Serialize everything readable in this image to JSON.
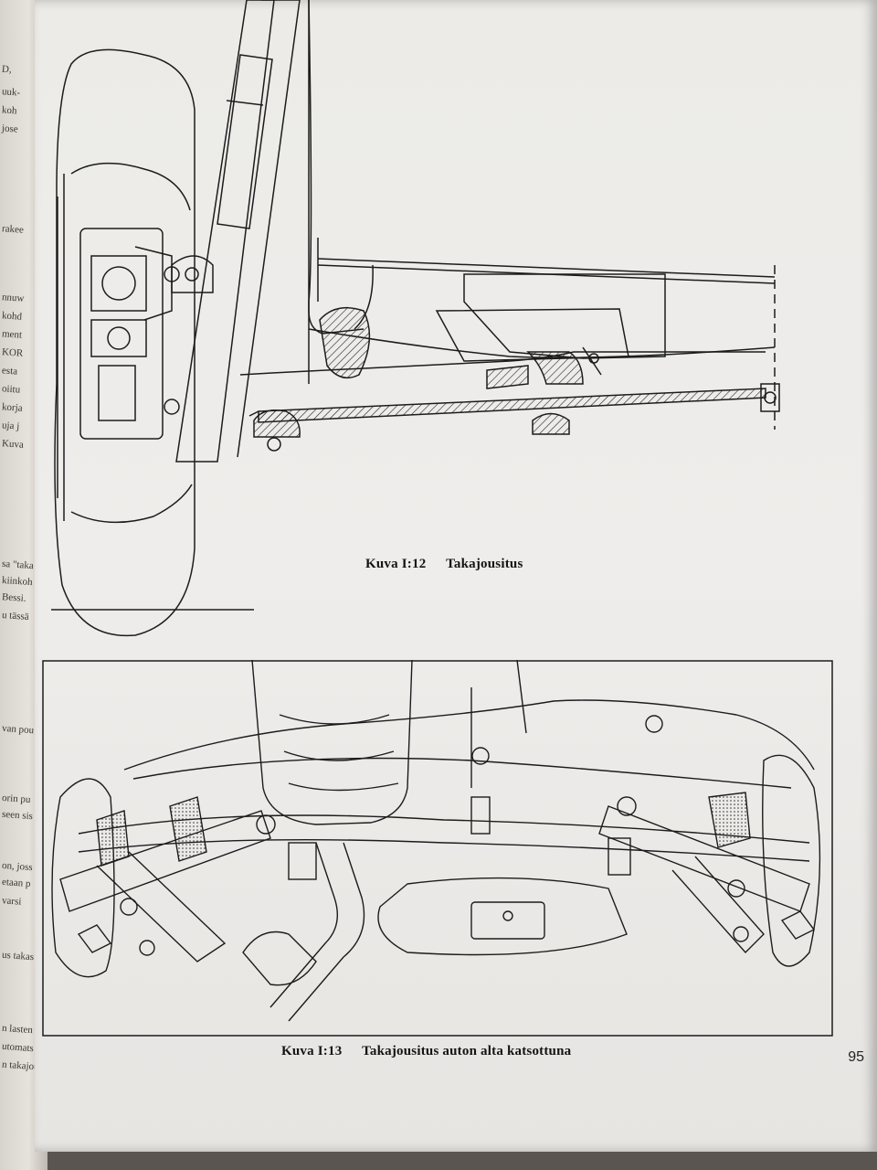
{
  "figures": [
    {
      "number": "Kuva I:12",
      "title": "Takajousitus"
    },
    {
      "number": "Kuva I:13",
      "title": "Takajousitus auton alta katsottuna"
    }
  ],
  "page_number": "95",
  "prev_page_fragments": [
    "D,",
    "uuk-",
    "koh",
    "jose",
    "rakee",
    "nnuw",
    "kohd",
    "ment",
    "KOR",
    "esta",
    "oiitu",
    "korja",
    "uja j",
    "Kuva",
    "sa \"taka",
    "kiinkoh",
    "Bessi.",
    "u tässä",
    "van pou",
    "orin pu",
    "seen sis",
    "on, joss",
    "etaan p",
    "varsi",
    "us takas",
    "n lasten",
    "utomats",
    "n takajou"
  ]
}
